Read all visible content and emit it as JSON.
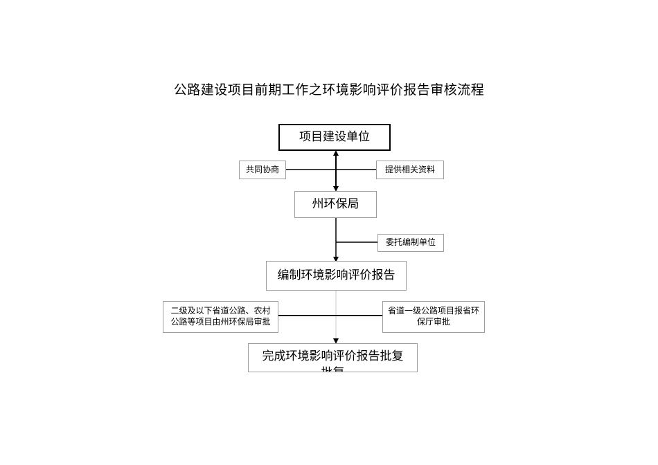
{
  "title": "公路建设项目前期工作之环境影响评价报告审核流程",
  "nodes": {
    "developer": "项目建设单位",
    "joint_consult": "共同协商",
    "provide_data": "提供相关资料",
    "epb": "州环保局",
    "commission": "委托编制单位",
    "prepare_report": "编制环境影响评价报告",
    "state_approval_line1": "二级及以下省道公路、农村",
    "state_approval_line2": "公路等项目由州环保局审批",
    "province_approval_line1": "省道一级公路项目报省环",
    "province_approval_line2": "保厅审批",
    "final": "完成环境影响评价报告批复批复"
  }
}
